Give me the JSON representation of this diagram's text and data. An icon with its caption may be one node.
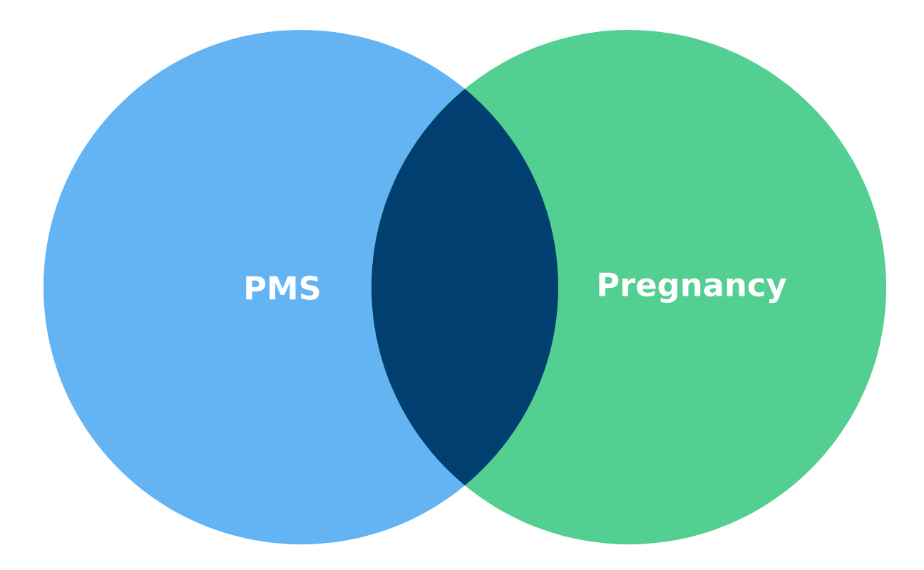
{
  "diagram": {
    "nodes": [
      {
        "text": [
          "PMS"
        ]
      },
      {
        "text": [
          "Pregnancy"
        ]
      },
      {
        "text": [],
        "shape": "lens"
      }
    ]
  }
}
